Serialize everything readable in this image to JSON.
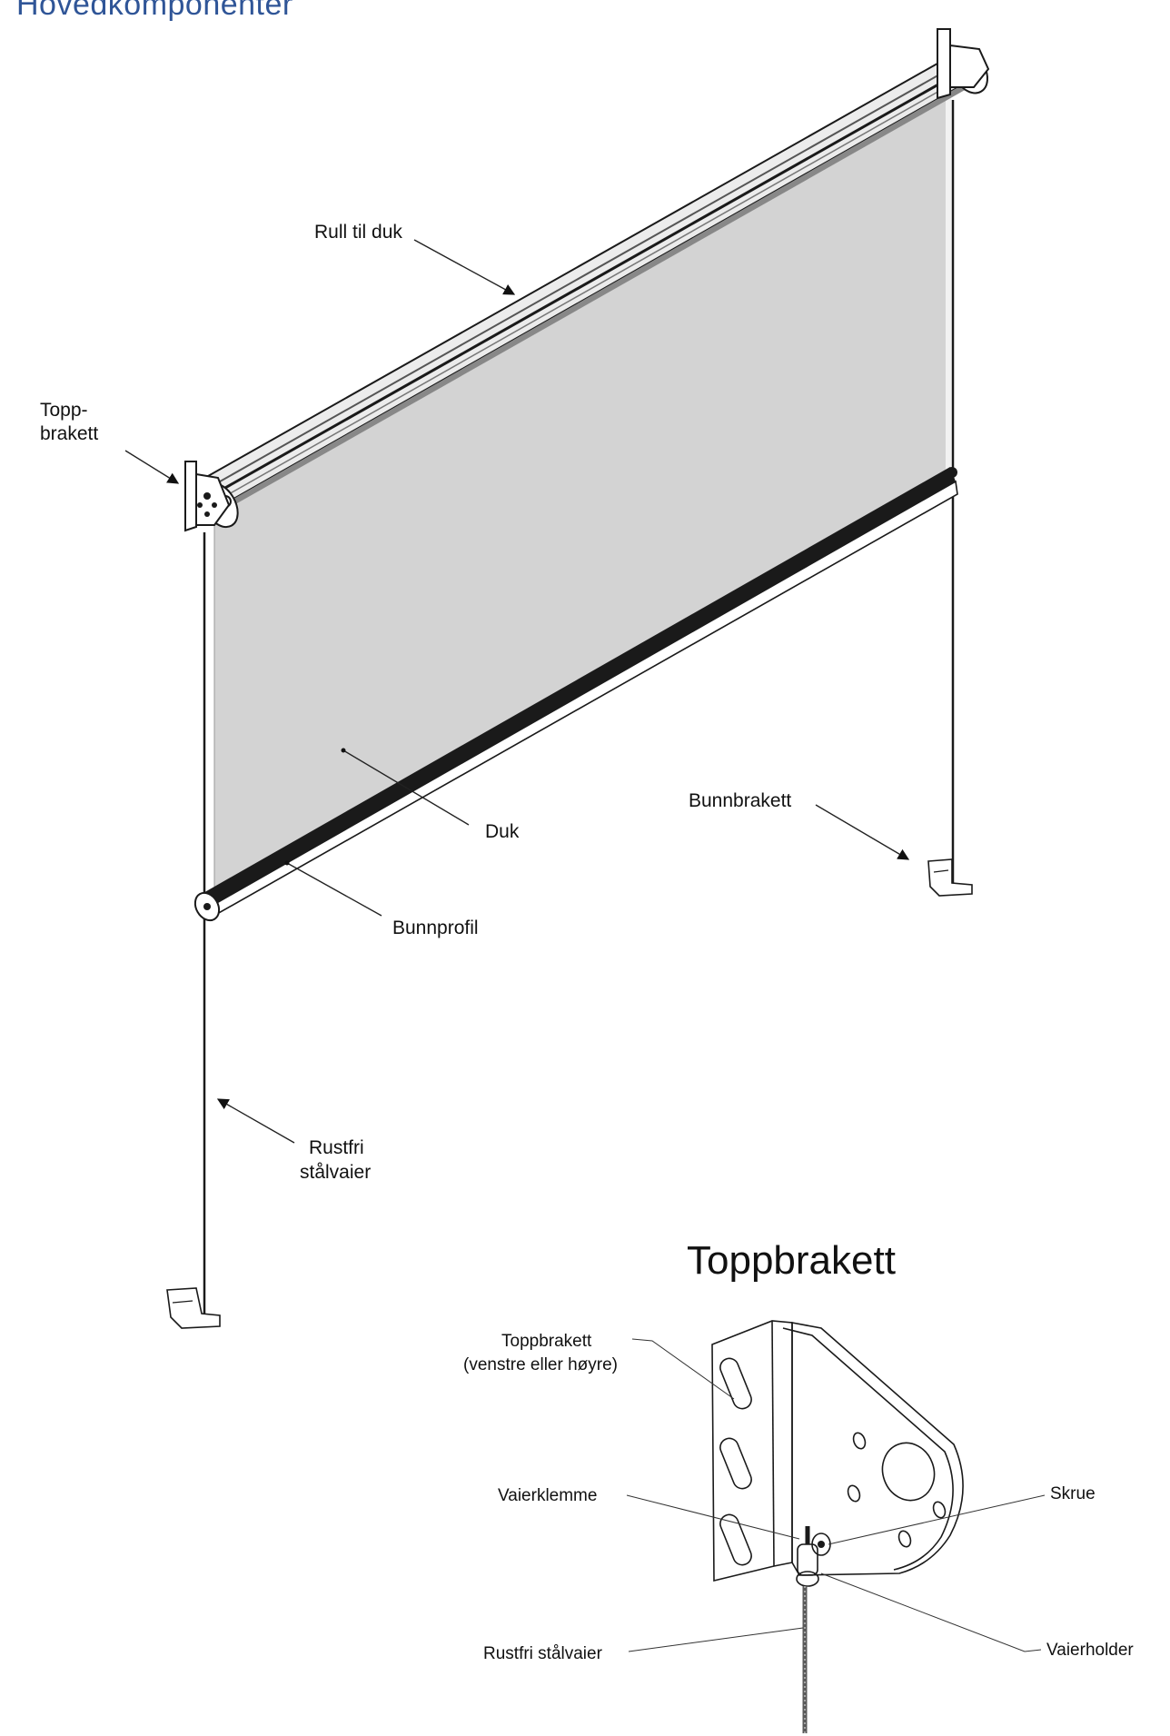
{
  "title": "Hovedkomponenter",
  "labels": {
    "rull_til_duk": "Rull til duk",
    "topp_brakett_line1": "Topp-",
    "topp_brakett_line2": "brakett",
    "duk": "Duk",
    "bunnbrakett": "Bunnbrakett",
    "bunnprofil": "Bunnprofil",
    "rustfri_line1": "Rustfri",
    "rustfri_line2": "stålvaier"
  },
  "detail": {
    "heading": "Toppbrakett",
    "toppbrakett_line1": "Toppbrakett",
    "toppbrakett_line2": "(venstre eller høyre)",
    "vaierklemme": "Vaierklemme",
    "skrue": "Skrue",
    "rustfri_stalvaier": "Rustfri stålvaier",
    "vaierholder": "Vaierholder"
  },
  "colors": {
    "title": "#2f5597",
    "fabric": "#d3d3d3",
    "ink": "#111111"
  }
}
